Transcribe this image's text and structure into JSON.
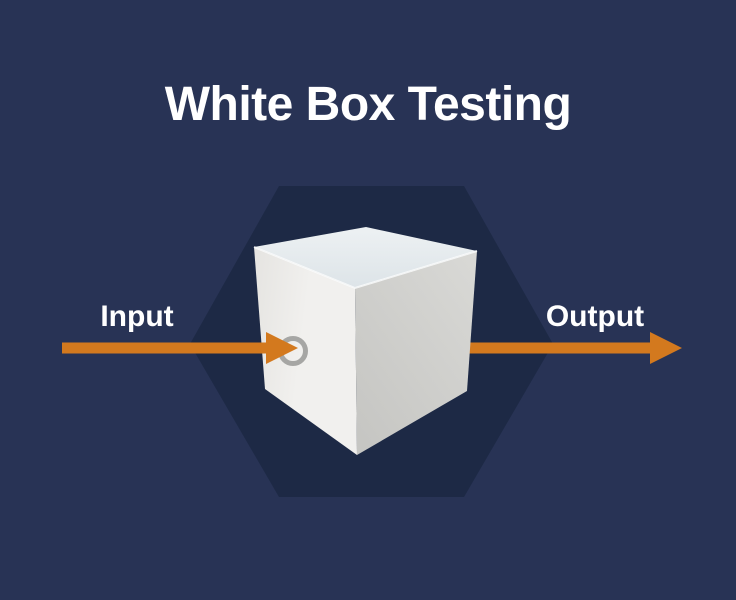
{
  "title": "White Box Testing",
  "diagram": {
    "input_label": "Input",
    "output_label": "Output"
  },
  "icons": {
    "input_port": "port-circle-icon",
    "input_arrow": "right-arrow-icon",
    "output_arrow": "right-arrow-icon"
  },
  "colors": {
    "background": "#283355",
    "hexagon": "#1d2945",
    "arrow": "#d3791e",
    "text": "#ffffff",
    "cube_top_light": "#edf1f3",
    "cube_top_dark": "#dde4e8",
    "cube_left_light": "#f1f0ee",
    "cube_left_dark": "#e5e4e1",
    "cube_right_light": "#d9d9d6",
    "cube_right_dark": "#c6c6c3",
    "edge_highlight": "#fafbfb",
    "port_circle": "#a6a6a4"
  }
}
